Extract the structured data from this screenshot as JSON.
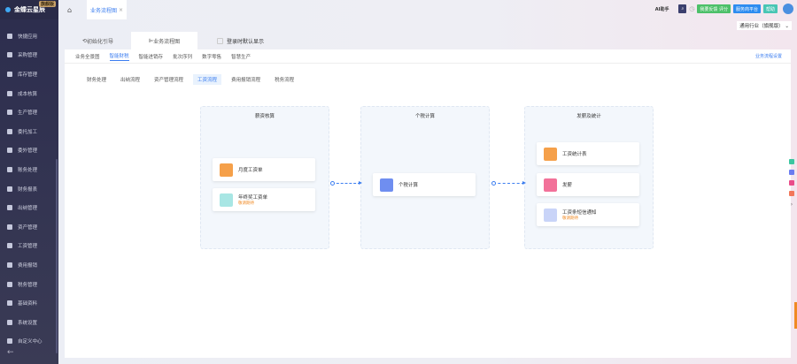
{
  "app": {
    "logo": "金蝶云星辰",
    "edition_badge": "旗舰版"
  },
  "sidebar": {
    "items": [
      {
        "label": "快捷应用",
        "icon": "grid-icon"
      },
      {
        "label": "采购管理",
        "icon": "cart-icon"
      },
      {
        "label": "库存管理",
        "icon": "warehouse-icon"
      },
      {
        "label": "成本核算",
        "icon": "gear-icon"
      },
      {
        "label": "生产管理",
        "icon": "factory-icon"
      },
      {
        "label": "委托加工",
        "icon": "tools-icon"
      },
      {
        "label": "委外管理",
        "icon": "truck-icon"
      },
      {
        "label": "账务处理",
        "icon": "ledger-icon"
      },
      {
        "label": "财务报表",
        "icon": "report-icon"
      },
      {
        "label": "出纳管理",
        "icon": "cash-icon"
      },
      {
        "label": "资产管理",
        "icon": "asset-icon"
      },
      {
        "label": "工资管理",
        "icon": "salary-icon"
      },
      {
        "label": "费用报销",
        "icon": "expense-icon"
      },
      {
        "label": "税务管理",
        "icon": "tax-icon"
      },
      {
        "label": "基础资料",
        "icon": "database-icon"
      },
      {
        "label": "系统设置",
        "icon": "settings-icon"
      },
      {
        "label": "自定义中心",
        "icon": "custom-icon"
      }
    ]
  },
  "topbar": {
    "open_tab": "业务流程图",
    "ai": "AI助手",
    "feedback": "我要反馈 评分",
    "service": "服务商平台",
    "help": "帮助",
    "industry": "通用行业（旗舰版）"
  },
  "tabs": [
    {
      "label": "初始化引导"
    },
    {
      "label": "业务流程图"
    }
  ],
  "default_show": "登录时默认显示",
  "subtabs": [
    "业务全景图",
    "智能财税",
    "智能进销存",
    "批次序列",
    "数字零售",
    "智慧生产"
  ],
  "settings_link": "业务流程设置",
  "flow_tabs": [
    "财务处理",
    "出纳流程",
    "资产管理流程",
    "工资流程",
    "费用报销流程",
    "税务流程"
  ],
  "columns": [
    {
      "title": "薪资核算",
      "cards": [
        {
          "label": "月度工资单",
          "sub": "",
          "color": "#f5a04a"
        },
        {
          "label": "年终奖工资单",
          "sub": "敬请期待",
          "color": "#a8e6e4"
        }
      ]
    },
    {
      "title": "个税计算",
      "cards": [
        {
          "label": "个税计算",
          "sub": "",
          "color": "#6f8ef0"
        }
      ]
    },
    {
      "title": "发薪及统计",
      "cards": [
        {
          "label": "工资统计表",
          "sub": "",
          "color": "#f5a04a"
        },
        {
          "label": "发薪",
          "sub": "",
          "color": "#f27199"
        },
        {
          "label": "工资条短信通知",
          "sub": "敬请期待",
          "color": "#c9d4f8"
        }
      ]
    }
  ],
  "colors": {
    "accent": "#3c7ef0",
    "sidebar": "#2c2d4e",
    "coming_soon": "#f08a24"
  }
}
